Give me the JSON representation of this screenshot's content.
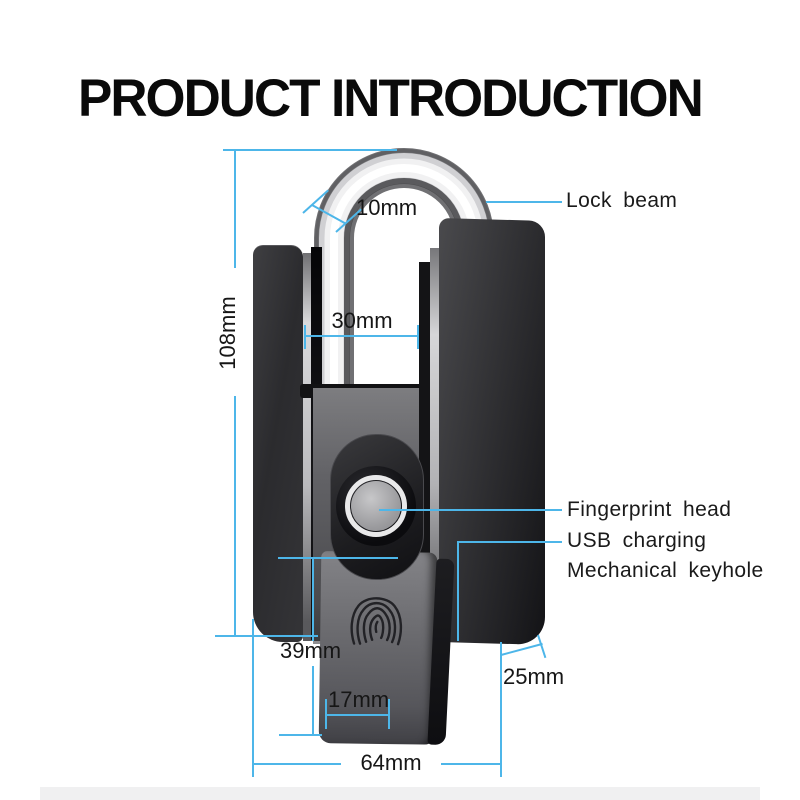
{
  "title": "PRODUCT INTRODUCTION",
  "colors": {
    "annotation_line": "#4db6e9",
    "label_text": "#161616",
    "lock_body_dark": "#2a2a2d",
    "chrome_light": "#f2f2f3",
    "button_ring": "#e9e9ea",
    "bottom_strip": "#f0f0f1"
  },
  "callouts": {
    "lock_beam": {
      "label": "Lock beam"
    },
    "fingerprint_head": {
      "label": "Fingerprint head"
    },
    "usb_charging": {
      "label": "USB charging"
    },
    "mechanical_keyhole": {
      "label": "Mechanical keyhole"
    }
  },
  "dimensions": {
    "shackle_thickness": {
      "label": "10mm"
    },
    "shackle_inner_width": {
      "label": "30mm"
    },
    "body_height": {
      "label": "108mm"
    },
    "flap_length": {
      "label": "39mm"
    },
    "flap_width": {
      "label": "17mm"
    },
    "body_depth": {
      "label": "25mm"
    },
    "body_width": {
      "label": "64mm"
    }
  }
}
